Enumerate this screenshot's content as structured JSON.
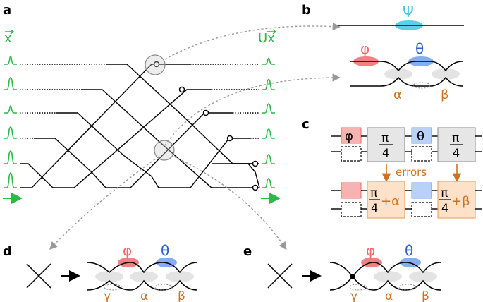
{
  "panels": {
    "a": "a",
    "b": "b",
    "c": "c",
    "d": "d",
    "e": "e"
  },
  "panel_a": {
    "input_label": "x",
    "output_label": "Ux"
  },
  "symbols": {
    "psi": "Ψ",
    "phi": "φ",
    "theta": "θ",
    "alpha": "α",
    "beta": "β",
    "gamma": "γ"
  },
  "panel_c": {
    "pi": "π",
    "four": "4",
    "plus_alpha": "+α",
    "plus_beta": "+β",
    "errors_label": "errors"
  },
  "colors": {
    "green": "#2db84a",
    "cyan": "#3fc8e8",
    "red": "#f06a6a",
    "blue": "#6f9ff0",
    "orange": "#d0711f",
    "grey_fill": "#e6e6e6",
    "light_orange": "#fde1c8"
  }
}
